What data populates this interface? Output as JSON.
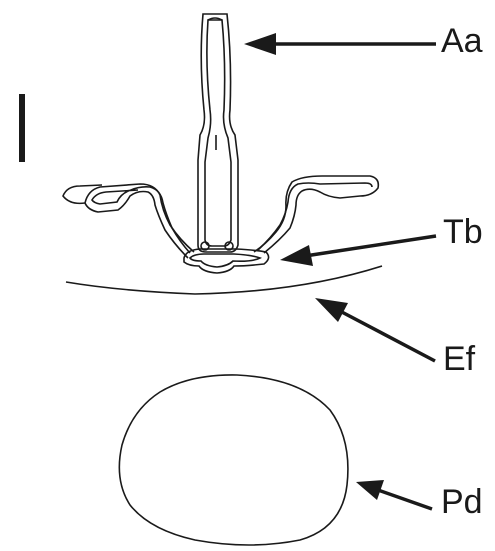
{
  "labels": {
    "aa": "Aa",
    "tb": "Tb",
    "ef": "Ef",
    "pd": "Pd"
  },
  "colors": {
    "ink": "#1a1a1a",
    "background": "#ffffff"
  }
}
